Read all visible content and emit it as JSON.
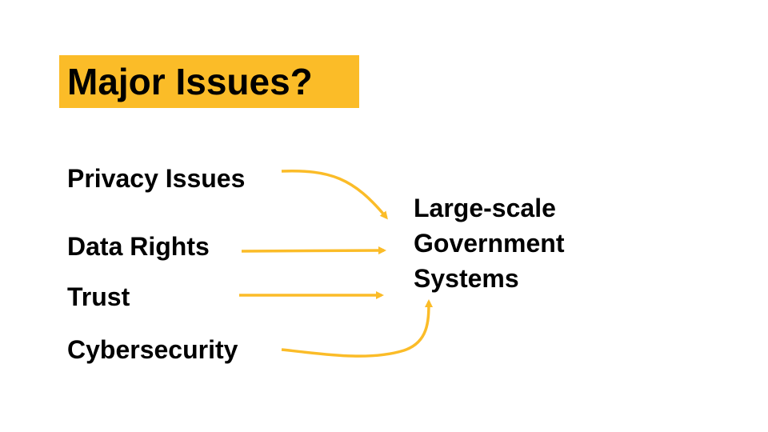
{
  "title": "Major Issues?",
  "issues": [
    {
      "label": "Privacy Issues"
    },
    {
      "label": "Data Rights"
    },
    {
      "label": "Trust"
    },
    {
      "label": "Cybersecurity"
    }
  ],
  "target": {
    "lines": [
      "Large-scale",
      "Government",
      "Systems"
    ]
  },
  "colors": {
    "accent": "#fbbc28",
    "text": "#000000",
    "background": "#ffffff"
  }
}
